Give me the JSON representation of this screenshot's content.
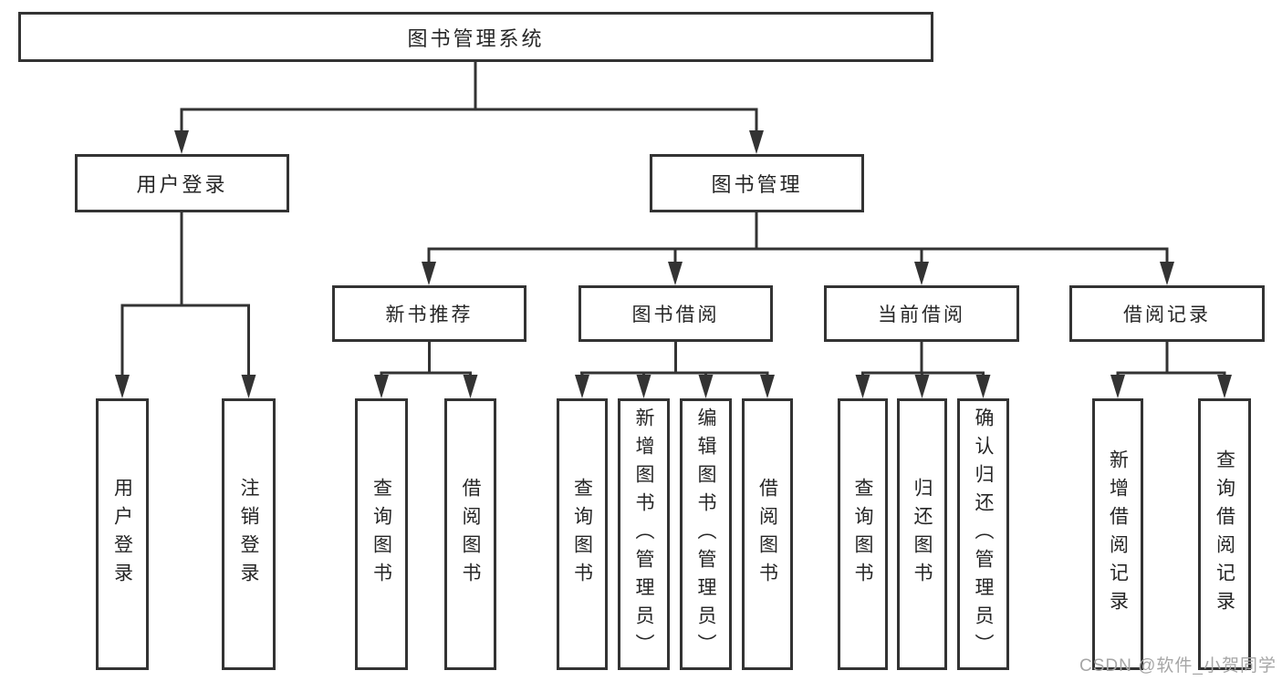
{
  "diagram": {
    "root": {
      "label": "图书管理系统"
    },
    "level2": [
      {
        "id": "user-login",
        "label": "用户登录"
      },
      {
        "id": "book-management",
        "label": "图书管理"
      }
    ],
    "level3": [
      {
        "id": "new-book-recommend",
        "label": "新书推荐"
      },
      {
        "id": "book-borrow",
        "label": "图书借阅"
      },
      {
        "id": "current-borrow",
        "label": "当前借阅"
      },
      {
        "id": "borrow-records",
        "label": "借阅记录"
      }
    ],
    "leaves": [
      {
        "id": "user-login",
        "label": "用户登录"
      },
      {
        "id": "logout",
        "label": "注销登录"
      },
      {
        "id": "query-books-recommend",
        "label": "查询图书"
      },
      {
        "id": "borrow-books-recommend",
        "label": "借阅图书"
      },
      {
        "id": "query-books-borrow",
        "label": "查询图书"
      },
      {
        "id": "add-book-admin",
        "label": "新增图书（管理员）"
      },
      {
        "id": "edit-book-admin",
        "label": "编辑图书（管理员）"
      },
      {
        "id": "borrow-books-borrow",
        "label": "借阅图书"
      },
      {
        "id": "query-books-current",
        "label": "查询图书"
      },
      {
        "id": "return-book",
        "label": "归还图书"
      },
      {
        "id": "confirm-return-admin",
        "label": "确认归还（管理员）"
      },
      {
        "id": "add-borrow-record",
        "label": "新增借阅记录"
      },
      {
        "id": "query-borrow-record",
        "label": "查询借阅记录"
      }
    ]
  },
  "watermark": {
    "text": "CSDN @软件_小贺同学"
  },
  "colors": {
    "line": "#333333",
    "text": "#262626",
    "watermark": "#a6a6a6",
    "background": "#ffffff"
  }
}
